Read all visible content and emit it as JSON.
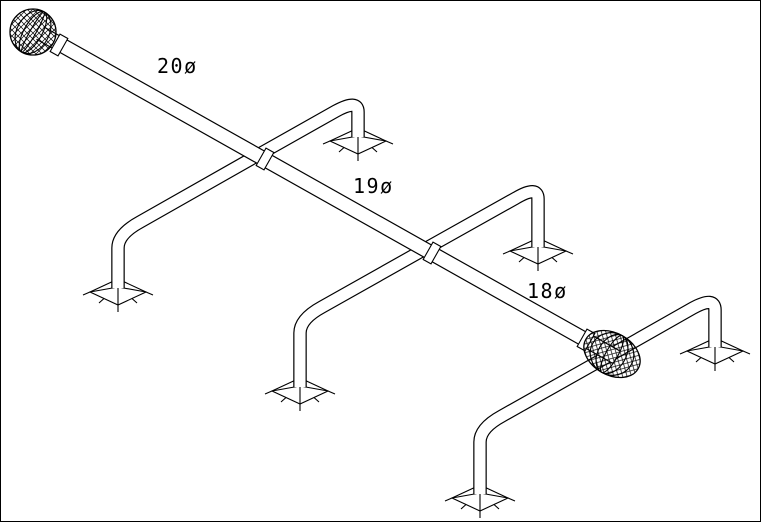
{
  "canvas": {
    "background_color": "#ffffff",
    "line_color": "#000000"
  },
  "drawing": {
    "dimension_labels": {
      "section1": "20ø",
      "section2": "19ø",
      "section3": "18ø"
    }
  }
}
